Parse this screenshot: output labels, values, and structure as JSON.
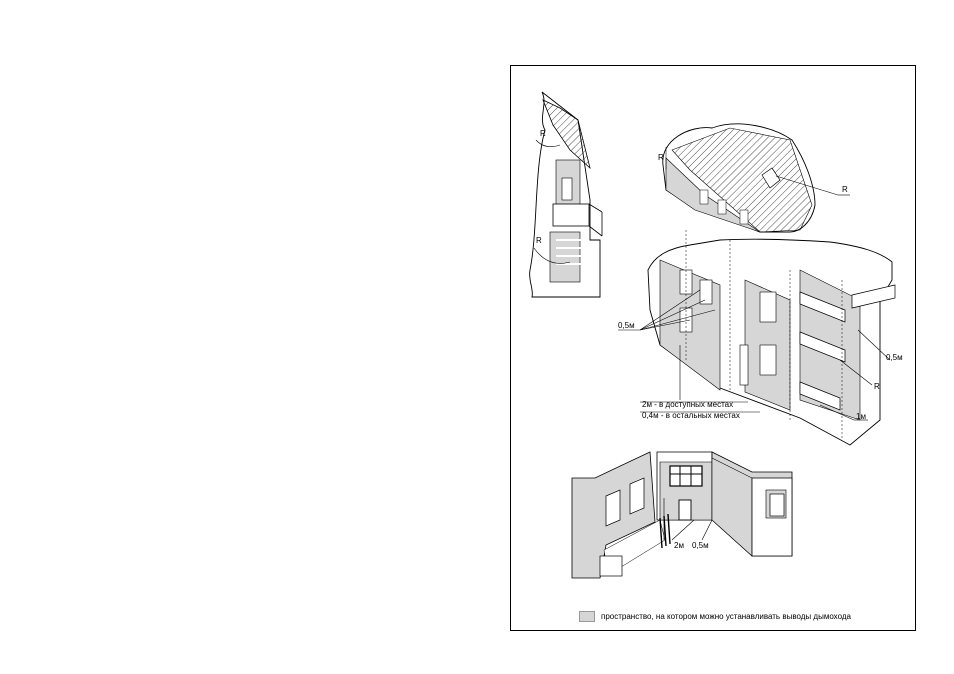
{
  "colors": {
    "wall": "#d6d6d6",
    "ink": "#000000",
    "paper": "#ffffff"
  },
  "labels": {
    "radius": "R",
    "dist_05": "0,5м",
    "dist_1": "1м",
    "dist_2": "2м",
    "accessible": "2м - в доступных местах",
    "other": "0,4м - в остальных местах"
  },
  "legend": {
    "text": "пространство, на котором можно устанавливать выводы дымохода"
  }
}
